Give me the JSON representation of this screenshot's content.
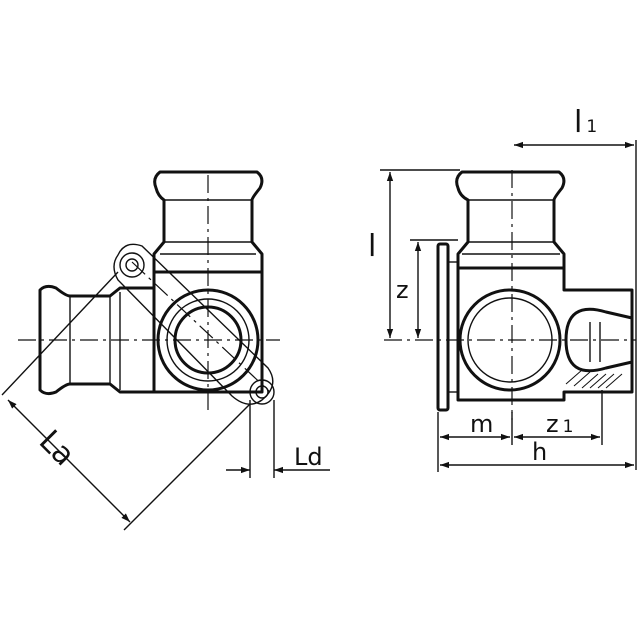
{
  "labels": {
    "La": "La",
    "Ld": "Ld",
    "l": "l",
    "l1": "l 1",
    "z": "z",
    "m": "m",
    "z1": "z 1",
    "h": "h"
  }
}
